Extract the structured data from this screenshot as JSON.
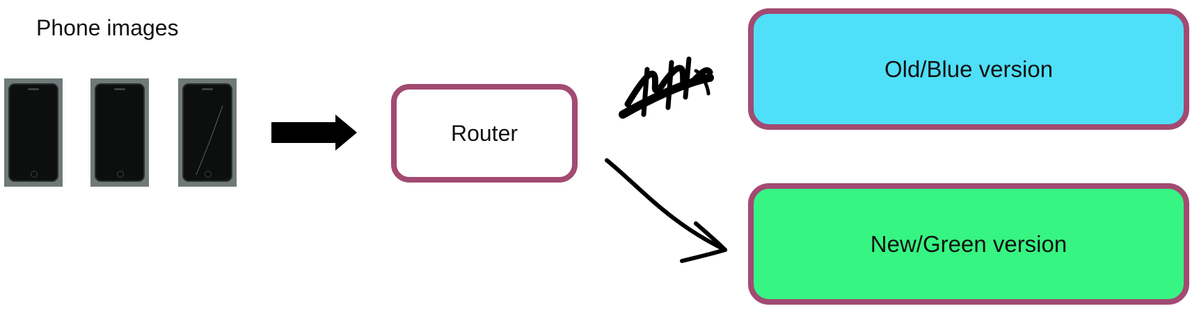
{
  "title": "Phone images",
  "router_label": "Router",
  "old_version_label": "Old/Blue version",
  "new_version_label": "New/Green version",
  "colors": {
    "box_border": "#a24a72",
    "old_fill": "#4fdff8",
    "new_fill": "#36f582",
    "ink": "#000000"
  }
}
